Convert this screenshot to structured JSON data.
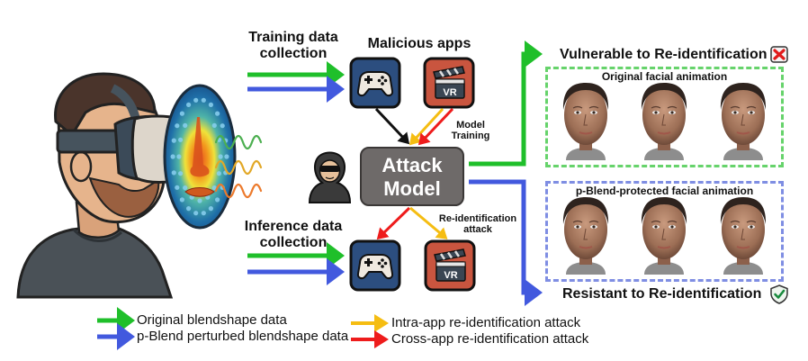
{
  "colors": {
    "original": "#1fbf2a",
    "perturbed": "#4259de",
    "intra_app": "#f5bd12",
    "cross_app": "#ee1c1c",
    "training_edge": "#111111",
    "attack_box": "#6e6a69",
    "game_app": "#2c4e7f",
    "vr_app": "#c9553f",
    "panel_green": "#66d36b",
    "panel_blue": "#7f8ee3"
  },
  "labels": {
    "training_data_collection": "Training data\ncollection",
    "inference_data_collection": "Inference data\ncollection",
    "malicious_apps": "Malicious apps",
    "model_training": "Model\nTraining",
    "reidentification_attack": "Re-identification\nattack",
    "attack_model": "Attack\nModel",
    "vulnerable": "Vulnerable to Re-identification",
    "resistant": "Resistant to Re-identification",
    "original_animation": "Original facial animation",
    "protected_animation": "p-Blend-protected facial animation",
    "vr_badge": "VR"
  },
  "icons": {
    "user": "vr-headset-user-icon",
    "face_mask": "face-blendshape-heatmap-icon",
    "game_app": "gamepad-icon",
    "vr_app": "clapperboard-vr-icon",
    "attacker": "hooded-hacker-icon",
    "vulnerable_status": "red-x-icon",
    "resistant_status": "shield-check-icon",
    "face_avatar": "avatar-face-icon"
  },
  "legend": [
    {
      "label": "Original blendshape data",
      "color_key": "original"
    },
    {
      "label": "p-Blend perturbed blendshape data",
      "color_key": "perturbed"
    },
    {
      "label": "Intra-app re-identification attack",
      "color_key": "intra_app"
    },
    {
      "label": "Cross-app re-identification attack",
      "color_key": "cross_app"
    }
  ],
  "panels": [
    {
      "title": "Original facial animation",
      "face_count": 3,
      "border_color_key": "panel_green"
    },
    {
      "title": "p-Blend-protected facial animation",
      "face_count": 3,
      "border_color_key": "panel_blue"
    }
  ]
}
